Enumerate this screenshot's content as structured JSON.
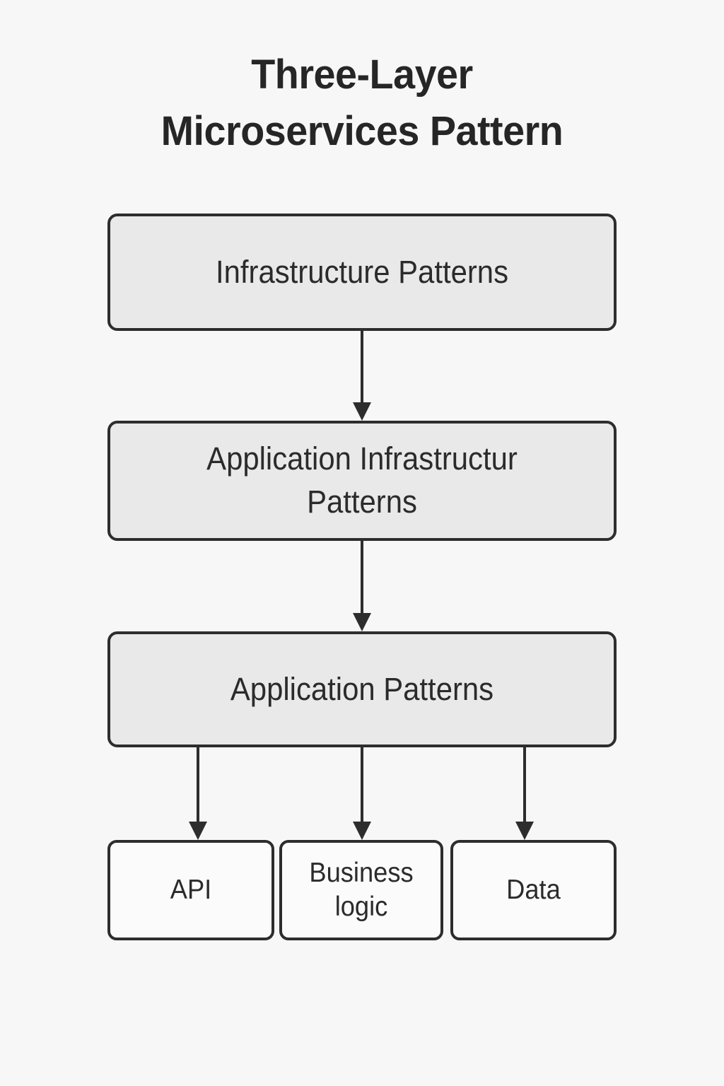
{
  "title": "Three-Layer\nMicroservices Pattern",
  "colors": {
    "background": "#f7f7f7",
    "stroke": "#2d2d2d",
    "layer_fill": "#e9e9e9",
    "component_fill": "#fbfbfb",
    "text": "#2b2b2b",
    "title_text": "#262626"
  },
  "layers": [
    {
      "id": "infrastructure-patterns",
      "label": "Infrastructure Patterns"
    },
    {
      "id": "application-infrastructure-patterns",
      "label": "Application Infrastructur\nPatterns"
    },
    {
      "id": "application-patterns",
      "label": "Application Patterns"
    }
  ],
  "components": [
    {
      "id": "api",
      "label": "API"
    },
    {
      "id": "business-logic",
      "label": "Business\nlogic"
    },
    {
      "id": "data",
      "label": "Data"
    }
  ],
  "connectors": [
    {
      "id": "infra-to-appinfra",
      "from": "infrastructure-patterns",
      "to": "application-infrastructure-patterns",
      "style": "arrow-down"
    },
    {
      "id": "appinfra-to-app",
      "from": "application-infrastructure-patterns",
      "to": "application-patterns",
      "style": "arrow-down"
    },
    {
      "id": "app-to-api",
      "from": "application-patterns",
      "to": "api",
      "style": "arrow-down"
    },
    {
      "id": "app-to-business-logic",
      "from": "application-patterns",
      "to": "business-logic",
      "style": "arrow-down"
    },
    {
      "id": "app-to-data",
      "from": "application-patterns",
      "to": "data",
      "style": "arrow-down"
    }
  ]
}
